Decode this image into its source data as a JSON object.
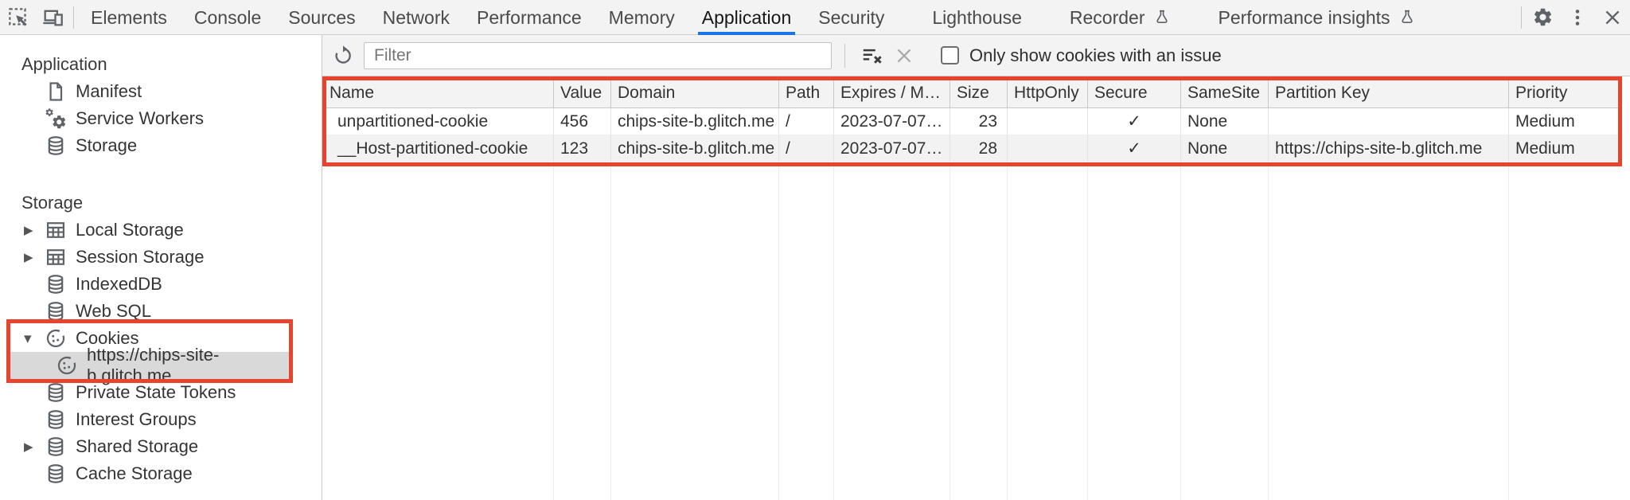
{
  "colors": {
    "accent_blue": "#1a73e8",
    "annotation_red": "#e8432d",
    "selection_gray": "#d9d9d9"
  },
  "tabbar": {
    "tabs": [
      {
        "label": "Elements"
      },
      {
        "label": "Console"
      },
      {
        "label": "Sources"
      },
      {
        "label": "Network"
      },
      {
        "label": "Performance"
      },
      {
        "label": "Memory"
      },
      {
        "label": "Application",
        "active": true
      },
      {
        "label": "Security"
      },
      {
        "label": "Lighthouse"
      },
      {
        "label": "Recorder",
        "flask": true
      },
      {
        "label": "Performance insights",
        "flask": true
      }
    ],
    "icons": {
      "inspect": "inspect-cursor",
      "device_toolbar": "laptop-phone",
      "settings": "gear",
      "more": "kebab-menu",
      "close": "x"
    }
  },
  "sidebar": {
    "sections": [
      {
        "title": "Application",
        "items": [
          {
            "label": "Manifest",
            "icon": "file-icon"
          },
          {
            "label": "Service Workers",
            "icon": "service-worker-gears-icon"
          },
          {
            "label": "Storage",
            "icon": "database-icon"
          }
        ]
      },
      {
        "title": "Storage",
        "items": [
          {
            "label": "Local Storage",
            "icon": "table-grid-icon",
            "twisty": "collapsed"
          },
          {
            "label": "Session Storage",
            "icon": "table-grid-icon",
            "twisty": "collapsed"
          },
          {
            "label": "IndexedDB",
            "icon": "database-icon"
          },
          {
            "label": "Web SQL",
            "icon": "database-icon"
          },
          {
            "label": "Cookies",
            "icon": "cookie-icon",
            "twisty": "expanded",
            "children": [
              {
                "label": "https://chips-site-b.glitch.me",
                "icon": "cookie-icon",
                "selected": true
              }
            ]
          },
          {
            "label": "Private State Tokens",
            "icon": "database-icon"
          },
          {
            "label": "Interest Groups",
            "icon": "database-icon"
          },
          {
            "label": "Shared Storage",
            "icon": "database-icon",
            "twisty": "collapsed"
          },
          {
            "label": "Cache Storage",
            "icon": "database-icon"
          }
        ]
      }
    ]
  },
  "toolbar": {
    "filter_placeholder": "Filter",
    "only_issue_label": "Only show cookies with an issue",
    "checkbox_checked": false
  },
  "table": {
    "columns": [
      "Name",
      "Value",
      "Domain",
      "Path",
      "Expires / M…",
      "Size",
      "HttpOnly",
      "Secure",
      "SameSite",
      "Partition Key",
      "Priority"
    ],
    "rows": [
      {
        "cells": [
          "unpartitioned-cookie",
          "456",
          "chips-site-b.glitch.me",
          "/",
          "2023-07-07…",
          "23",
          "",
          "✓",
          "None",
          "",
          "Medium"
        ]
      },
      {
        "cells": [
          "__Host-partitioned-cookie",
          "123",
          "chips-site-b.glitch.me",
          "/",
          "2023-07-07…",
          "28",
          "",
          "✓",
          "None",
          "https://chips-site-b.glitch.me",
          "Medium"
        ]
      }
    ]
  }
}
